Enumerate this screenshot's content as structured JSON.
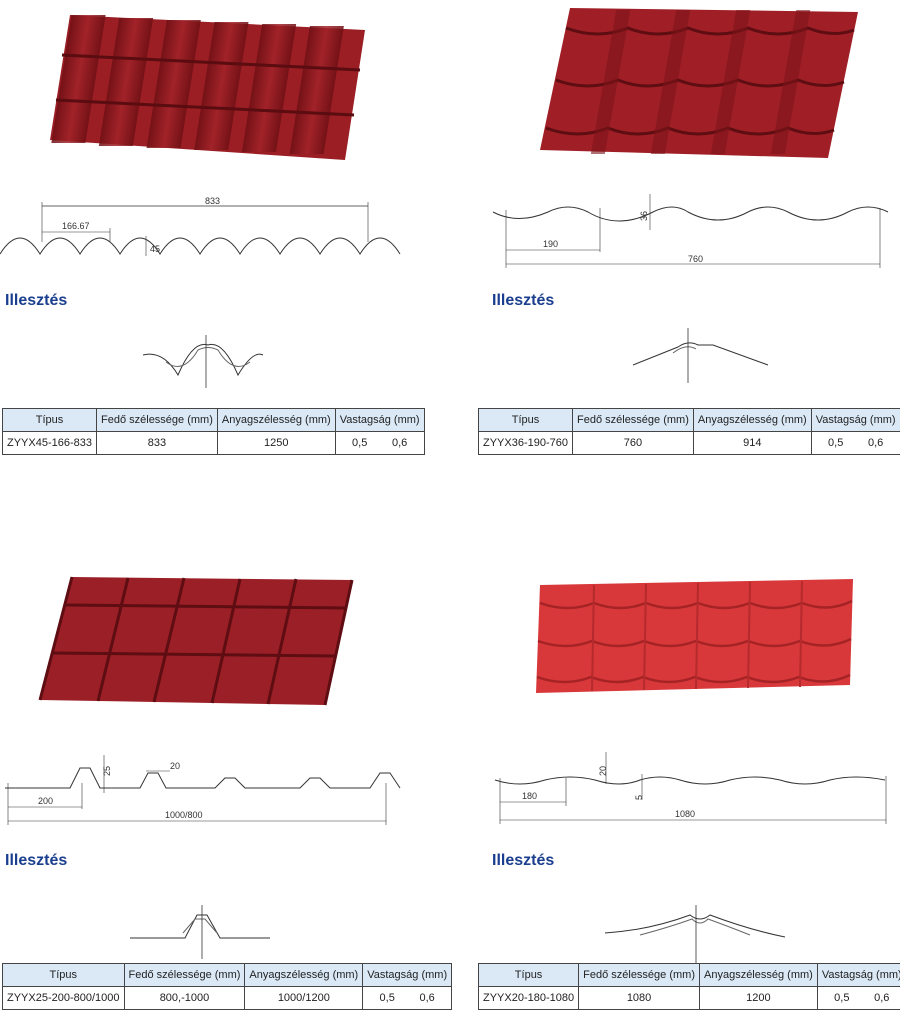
{
  "colors": {
    "heading": "#1b3f8f",
    "sheet_dark": "#8e1a1f",
    "sheet_light": "#d8383a",
    "table_head": "#dbe9f7"
  },
  "table_headers": {
    "type": "Típus",
    "cover_width": "Fedő szélessége (mm)",
    "material_width": "Anyagszélesség (mm)",
    "thickness": "Vastagság (mm)"
  },
  "joint_label": "Illesztés",
  "products": [
    {
      "type": "ZYYX45-166-833",
      "cover_width": "833",
      "material_width": "1250",
      "thickness": [
        "0,5",
        "0,6"
      ],
      "dims": [
        "833",
        "166.67",
        "45"
      ]
    },
    {
      "type": "ZYYX36-190-760",
      "cover_width": "760",
      "material_width": "914",
      "thickness": [
        "0,5",
        "0,6"
      ],
      "dims": [
        "36",
        "190",
        "760"
      ]
    },
    {
      "type": "ZYYX25-200-800/1000",
      "cover_width": "800,-1000",
      "material_width": "1000/1200",
      "thickness": [
        "0,5",
        "0,6"
      ],
      "dims": [
        "25",
        "20",
        "200",
        "1000/800"
      ]
    },
    {
      "type": "ZYYX20-180-1080",
      "cover_width": "1080",
      "material_width": "1200",
      "thickness": [
        "0,5",
        "0,6"
      ],
      "dims": [
        "20",
        "5",
        "180",
        "1080"
      ]
    }
  ]
}
